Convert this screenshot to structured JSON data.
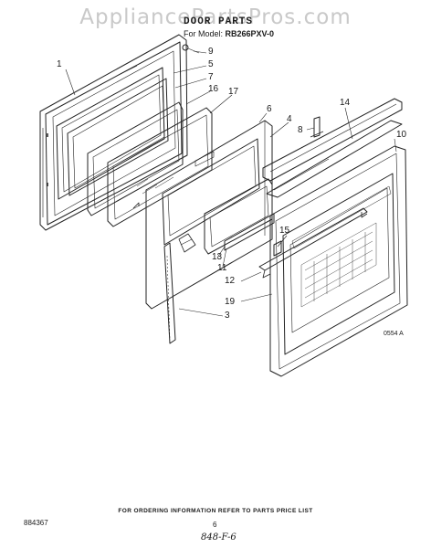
{
  "watermark": "AppliancePartsPros.com",
  "header": {
    "title": "DOOR PARTS",
    "model_prefix": "For Model:",
    "model": "RB266PXV-0"
  },
  "callouts": [
    {
      "id": "c1",
      "label": "1"
    },
    {
      "id": "c9",
      "label": "9"
    },
    {
      "id": "c5",
      "label": "5"
    },
    {
      "id": "c7",
      "label": "7"
    },
    {
      "id": "c16",
      "label": "16"
    },
    {
      "id": "c17",
      "label": "17"
    },
    {
      "id": "c6",
      "label": "6"
    },
    {
      "id": "c4",
      "label": "4"
    },
    {
      "id": "c8",
      "label": "8"
    },
    {
      "id": "c14",
      "label": "14"
    },
    {
      "id": "c10",
      "label": "10"
    },
    {
      "id": "c15",
      "label": "15"
    },
    {
      "id": "c13",
      "label": "13"
    },
    {
      "id": "c11",
      "label": "11"
    },
    {
      "id": "c12",
      "label": "12"
    },
    {
      "id": "c19",
      "label": "19"
    },
    {
      "id": "c3",
      "label": "3"
    }
  ],
  "diagram_code": "0554 A",
  "footer": {
    "ordering_note": "FOR ORDERING INFORMATION REFER TO PARTS PRICE LIST",
    "document_number": "884367",
    "page_number": "6",
    "handwritten_note": "848-F-6"
  }
}
